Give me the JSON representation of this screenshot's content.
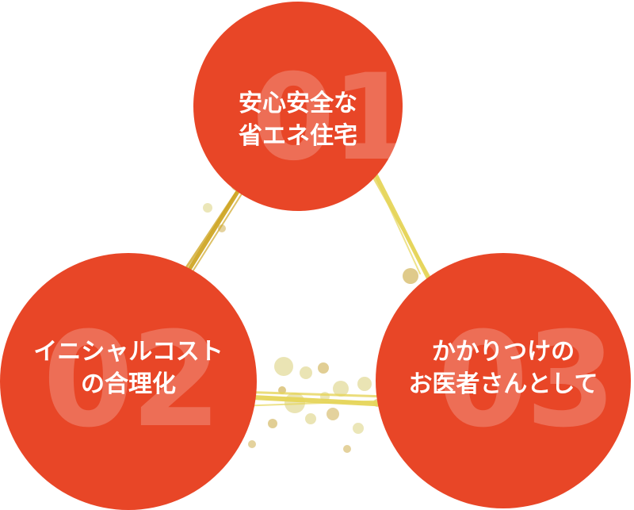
{
  "colors": {
    "circle": "#e84627",
    "line_gold": "#cfa626",
    "line_yellow": "#e6d55a",
    "splash_gold": "#c9a63c",
    "splash_pale": "#e9e3b0"
  },
  "items": [
    {
      "number": "01",
      "lines": [
        "安心安全な",
        "省エネ住宅"
      ]
    },
    {
      "number": "02",
      "lines": [
        "イニシャルコスト",
        "の合理化"
      ]
    },
    {
      "number": "03",
      "lines": [
        "かかりつけの",
        "お医者さんとして"
      ]
    }
  ]
}
